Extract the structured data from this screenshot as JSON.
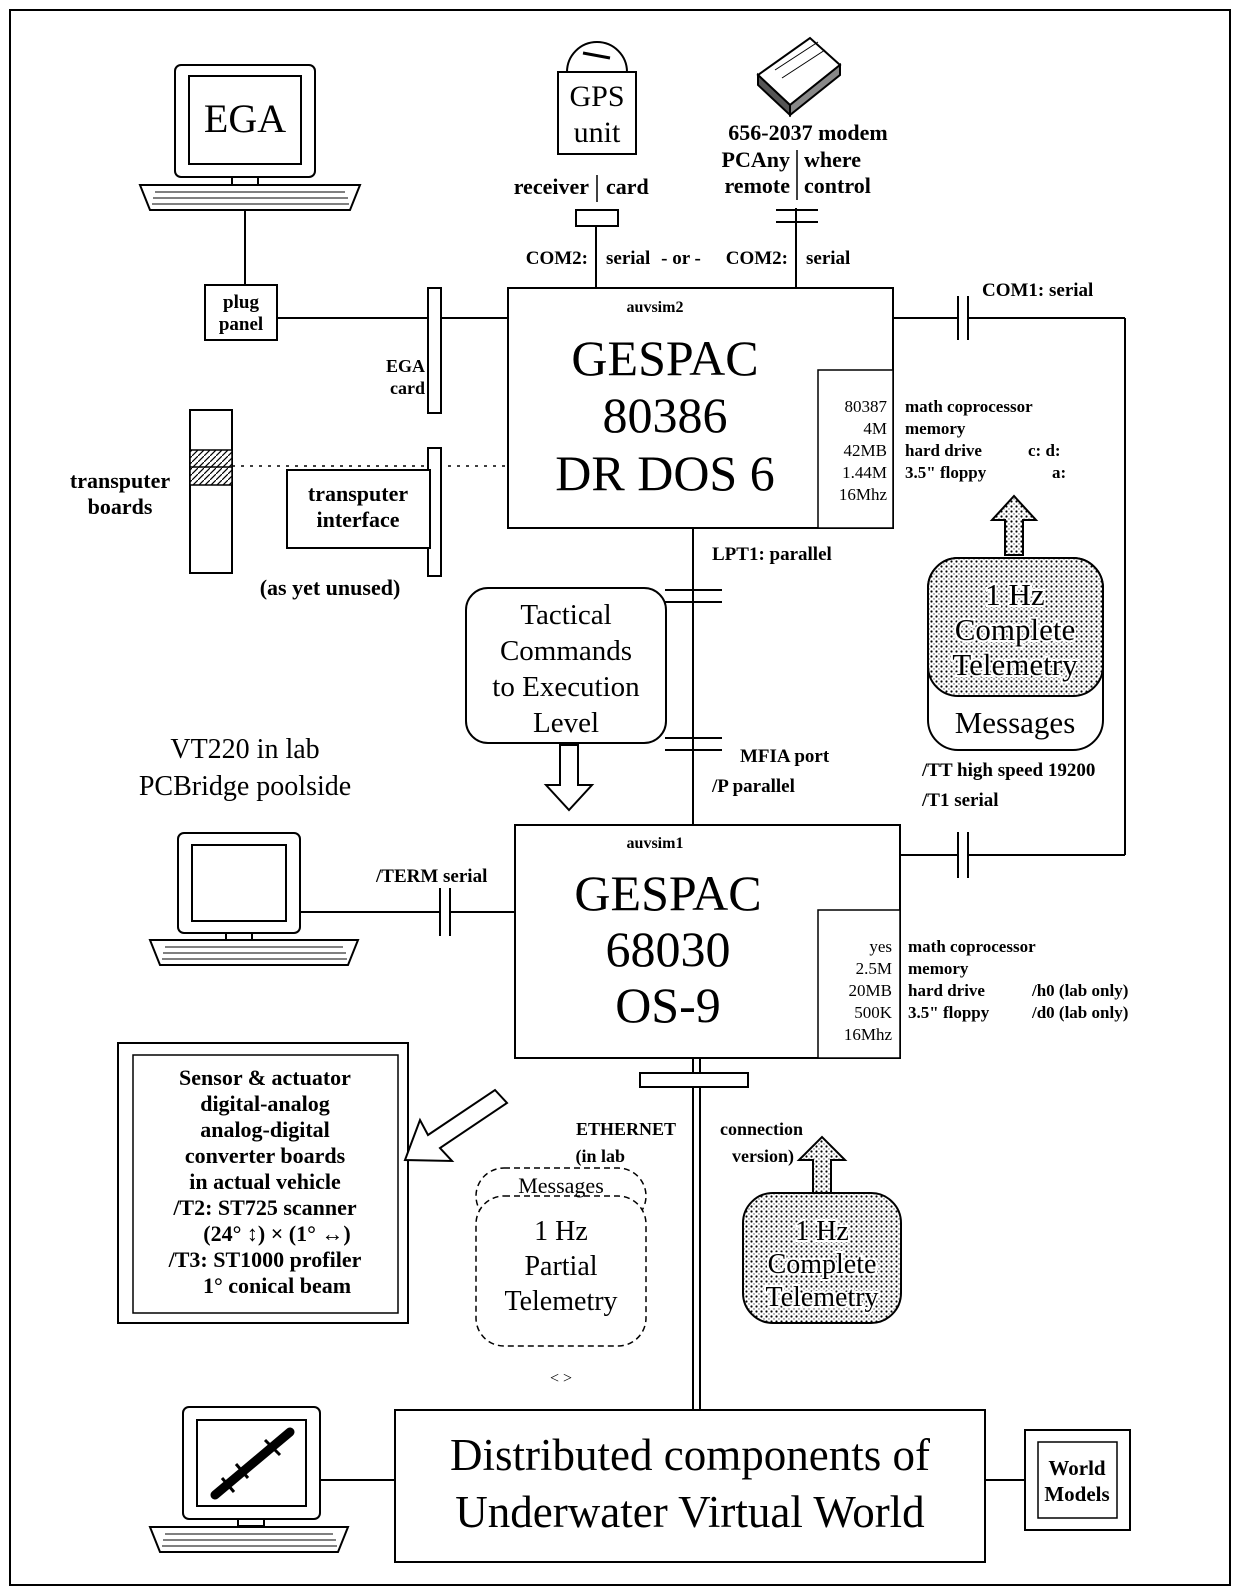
{
  "gps": {
    "title_line1": "GPS",
    "title_line2": "unit",
    "receiver": "receiver",
    "card": "card"
  },
  "modem": {
    "line1": "656-2037 modem",
    "line2_left": "PCAny",
    "line2_right": "where",
    "line3_left": "remote",
    "line3_right": "control"
  },
  "ega_monitor": {
    "label": "EGA"
  },
  "plug_panel": {
    "line1": "plug",
    "line2": "panel"
  },
  "ega_card": {
    "line1": "EGA",
    "line2": "card"
  },
  "transputer": {
    "boards_line1": "transputer",
    "boards_line2": "boards",
    "interface_line1": "transputer",
    "interface_line2": "interface",
    "unused": "(as yet unused)"
  },
  "com2": {
    "left_port": "COM2:",
    "left_type": "serial",
    "or": "- or -",
    "right_port": "COM2:",
    "right_type": "serial"
  },
  "com1": {
    "label": "COM1:  serial"
  },
  "auvsim2": {
    "host": "auvsim2",
    "line1": "GESPAC",
    "line2": "80386",
    "line3": "DR DOS 6",
    "specs": [
      "80387",
      "4M",
      "42MB",
      "1.44M",
      "16Mhz"
    ],
    "spec_desc": [
      "math coprocessor",
      "memory",
      "hard drive",
      "3.5\" floppy",
      ""
    ],
    "spec_drive": [
      "",
      "",
      "c:  d:",
      "a:",
      ""
    ]
  },
  "lpt1": {
    "label": "LPT1:  parallel"
  },
  "tactical": {
    "lines": [
      "Tactical",
      "Commands",
      "to Execution",
      "Level"
    ]
  },
  "telemetry_upper": {
    "line1": "1 Hz",
    "line2": "Complete",
    "line3": "Telemetry",
    "messages": "Messages"
  },
  "mfia": {
    "port": "MFIA port",
    "parallel": "/P  parallel"
  },
  "tt": {
    "line1": "/TT  high speed 19200",
    "line2": "/T1  serial"
  },
  "vt220": {
    "line1": "VT220 in lab",
    "line2": "PCBridge poolside"
  },
  "term": {
    "label": "/TERM  serial"
  },
  "auvsim1": {
    "host": "auvsim1",
    "line1": "GESPAC",
    "line2": "68030",
    "line3": "OS-9",
    "specs": [
      "yes",
      "2.5M",
      "20MB",
      "500K",
      "16Mhz"
    ],
    "spec_desc": [
      "math coprocessor",
      "memory",
      "hard drive",
      "3.5\" floppy",
      ""
    ],
    "spec_drive": [
      "",
      "",
      "/h0   (lab only)",
      "/d0   (lab only)",
      ""
    ]
  },
  "sensor": {
    "lines": [
      "Sensor & actuator",
      "digital-analog",
      "analog-digital",
      "converter boards",
      "in actual vehicle",
      "/T2:  ST725 scanner",
      "(24° ↕) × (1° ↔)",
      "/T3:  ST1000 profiler",
      "1° conical beam"
    ]
  },
  "ethernet": {
    "left1": "ETHERNET",
    "left2": "(in lab",
    "right1": "connection",
    "right2": "version)"
  },
  "partial": {
    "messages": "Messages",
    "line1": "1 Hz",
    "line2": "Partial",
    "line3": "Telemetry",
    "arrows": "< >"
  },
  "telemetry_lower": {
    "line1": "1 Hz",
    "line2": "Complete",
    "line3": "Telemetry"
  },
  "distributed": {
    "line1": "Distributed components of",
    "line2": "Underwater Virtual World"
  },
  "world_models": {
    "line1": "World",
    "line2": "Models"
  }
}
